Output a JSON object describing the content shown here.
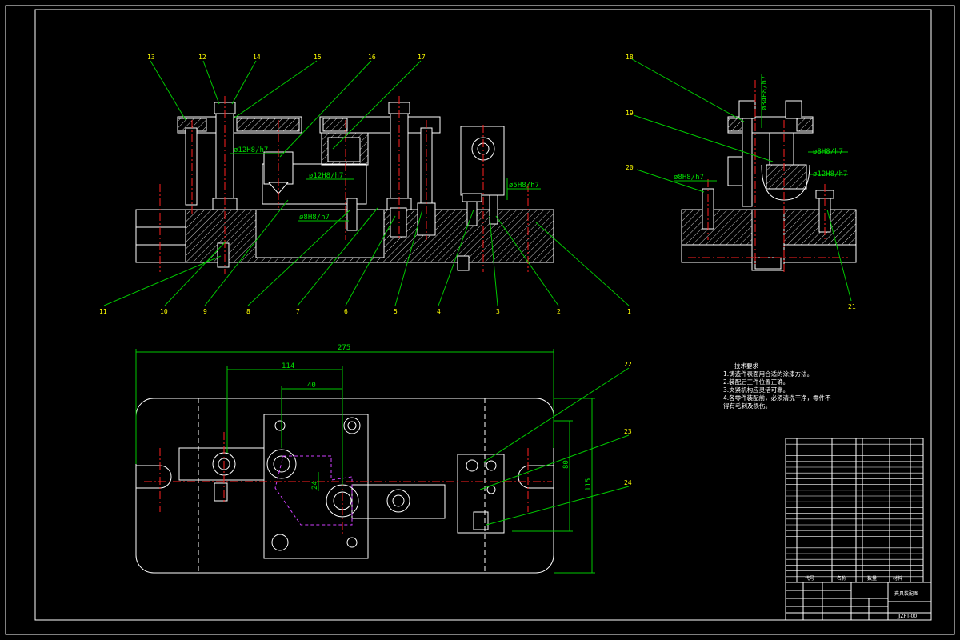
{
  "balloons": {
    "b1": "1",
    "b2": "2",
    "b3": "3",
    "b4": "4",
    "b5": "5",
    "b6": "6",
    "b7": "7",
    "b8": "8",
    "b9": "9",
    "b10": "10",
    "b11": "11",
    "b12": "12",
    "b13": "13",
    "b14": "14",
    "b15": "15",
    "b16": "16",
    "b17": "17",
    "b18": "18",
    "b19": "19",
    "b20": "20",
    "b21": "21",
    "b22": "22",
    "b23": "23",
    "b24": "24"
  },
  "fits": {
    "f12_a": "ø12H8/h7",
    "f12_b": "ø12H8/h7",
    "f8_a": "ø8H8/h7",
    "f5": "ø5H8/h7",
    "f34": "ø34H8/h7",
    "f8_b": "ø8H8/h7",
    "f12_c": "ø12H8/h7",
    "f8_c": "ø8H8/h7"
  },
  "dimensions": {
    "d275": "275",
    "d114": "114",
    "d40": "40",
    "d115": "115",
    "d80": "80",
    "d24": "24"
  },
  "notes": {
    "title": "技术要求",
    "n1": "1.铸造件表面用合适的涂漆方法。",
    "n2": "2.装配后工件位置正确。",
    "n3": "3.夹紧机构应灵活可靠。",
    "n4": "4.各零件装配前，必须清洗干净，零件不",
    "n5": "得有毛刺及损伤。"
  },
  "title_block": {
    "header_code": "代号",
    "header_name": "名称",
    "header_qty": "数量",
    "header_material": "材料",
    "drawing_name": "夹具装配图",
    "drawing_no": "JJZPT-00"
  },
  "colors": {
    "background": "#000000",
    "geometry": "#ffffff",
    "leaders_dims": "#00c800",
    "center_lines": "#ff2020",
    "balloon_text": "#ffff00",
    "hidden": "#d040ff"
  }
}
